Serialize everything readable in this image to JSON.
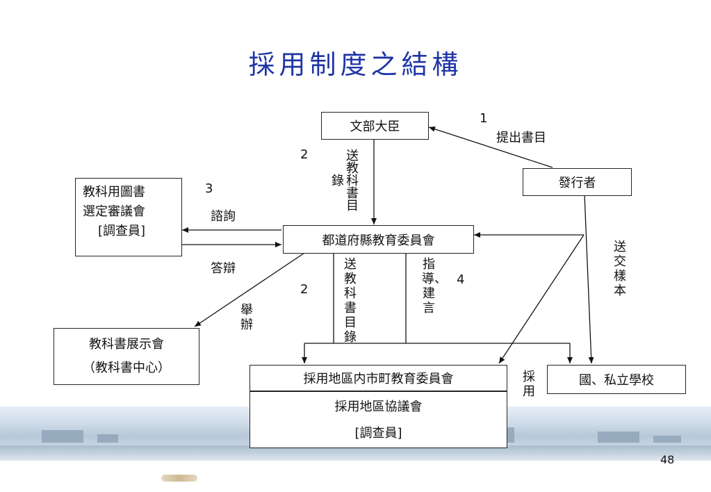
{
  "title": "採用制度之結構",
  "nodes": {
    "minister": "文部大臣",
    "publisher": "發行者",
    "council": {
      "line1": "教科用圖書",
      "line2": "選定審議會",
      "line3": "[調查員]"
    },
    "prefecture_board": "都道府縣教育委員會",
    "exhibit": {
      "line1": "教科書展示會",
      "line2": "（教科書中心）"
    },
    "municipal_board": {
      "line1": "採用地區内市町教育委員會",
      "line2": "採用地區協議會",
      "line3": "[調查員]"
    },
    "schools": "國、私立學校"
  },
  "edge_labels": {
    "n1": "1",
    "submit_list": "提出書目",
    "n2a": "2",
    "send_list_top": "送教科書目錄",
    "n3": "3",
    "consult": "諮詢",
    "reply": "答辯",
    "organize": "舉辦",
    "n2b": "2",
    "send_list_bottom": "送教科書目錄",
    "guidance": "指導、建言",
    "n4": "4",
    "send_samples": "送交樣本",
    "adopt": "採用"
  },
  "page_number": "48"
}
